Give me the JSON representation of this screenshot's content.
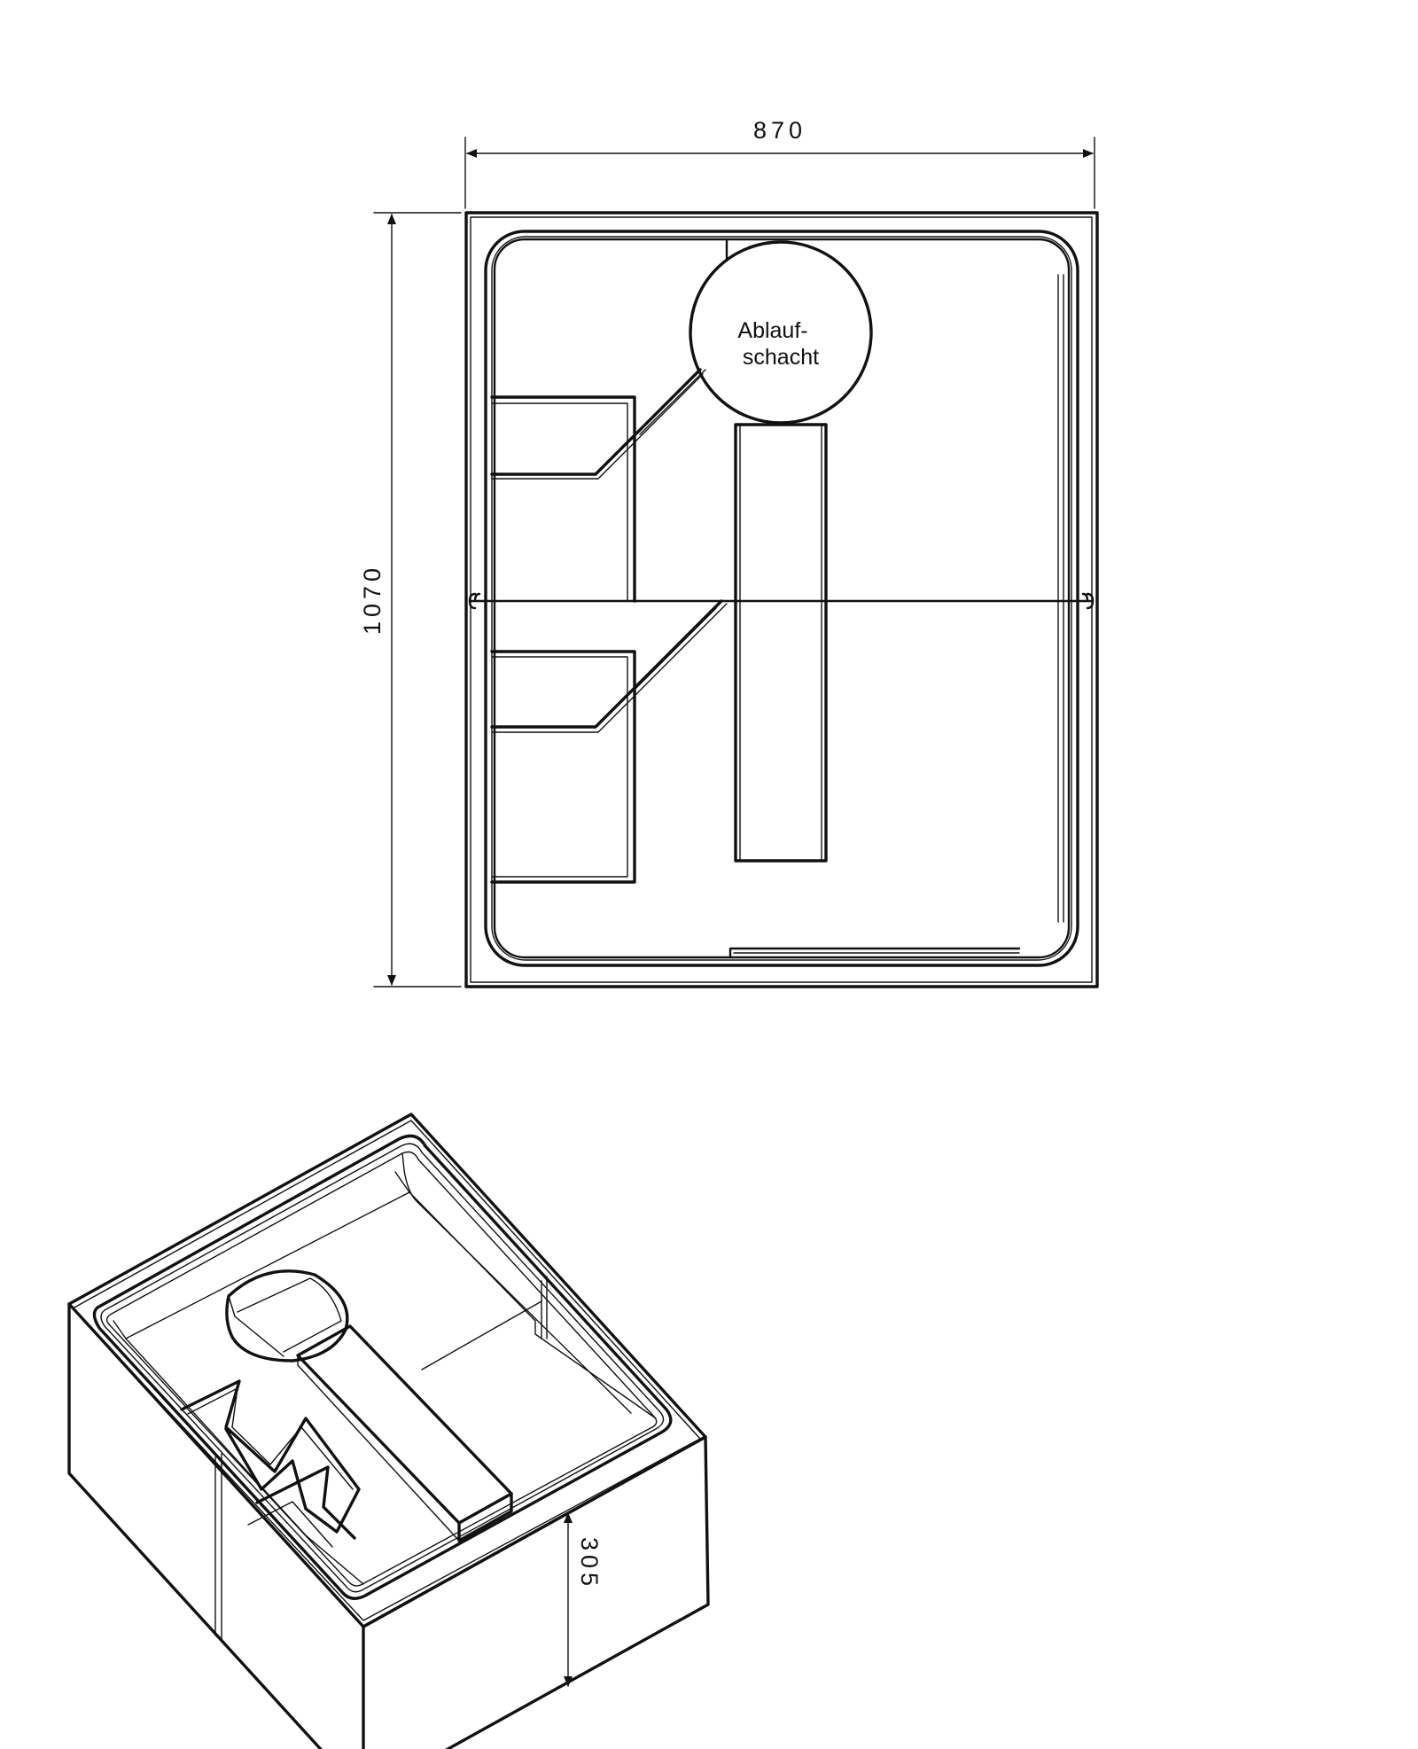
{
  "dimensions": {
    "width": "870",
    "length": "1070",
    "height": "305"
  },
  "labels": {
    "drain_line1": "Ablauf-",
    "drain_line2": "schacht"
  }
}
